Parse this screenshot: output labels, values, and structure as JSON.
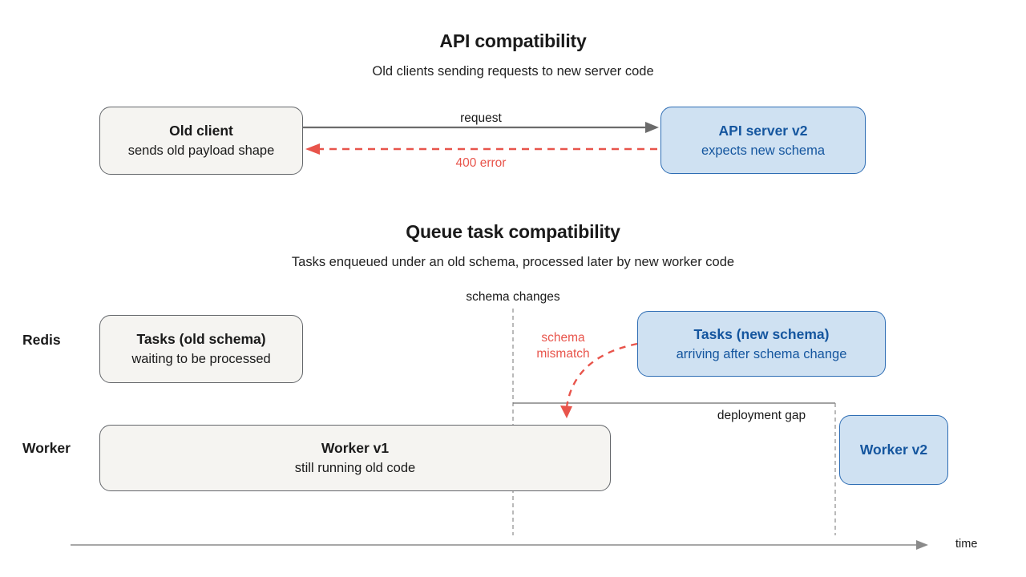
{
  "colors": {
    "accent_red": "#e8544b",
    "blue_border": "#2e6db4",
    "blue_fill": "#cfe1f2",
    "blue_text": "#15569f",
    "gray_box_fill": "#f5f4f1",
    "gray_box_border": "#63666a",
    "arrow_gray": "#6b6b6b",
    "dashed_guide_gray": "#8c8c8c"
  },
  "section_api": {
    "title": "API compatibility",
    "subtitle": "Old clients sending requests to new server code",
    "old_client": {
      "title": "Old client",
      "subtitle": "sends old payload shape"
    },
    "api_server": {
      "title": "API server v2",
      "subtitle": "expects new schema"
    },
    "request_label": "request",
    "error_label": "400 error"
  },
  "section_queue": {
    "title": "Queue task compatibility",
    "subtitle": "Tasks enqueued under an old schema, processed later by new worker code",
    "schema_changes_label": "schema changes",
    "schema_mismatch_line1": "schema",
    "schema_mismatch_line2": "mismatch",
    "deployment_gap_label": "deployment gap",
    "lanes": {
      "redis": "Redis",
      "worker": "Worker"
    },
    "tasks_old": {
      "title": "Tasks (old schema)",
      "subtitle": "waiting to be processed"
    },
    "tasks_new": {
      "title": "Tasks (new schema)",
      "subtitle": "arriving after schema change"
    },
    "worker_v1": {
      "title": "Worker v1",
      "subtitle": "still running old code"
    },
    "worker_v2": {
      "title": "Worker v2"
    },
    "time_label": "time"
  }
}
